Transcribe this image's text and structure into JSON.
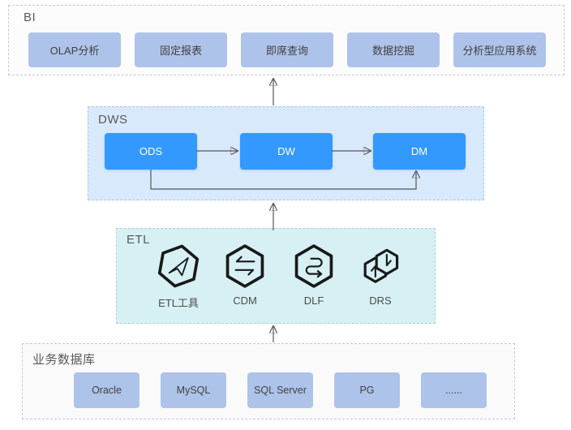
{
  "colors": {
    "dws_layer_bg": "#d9e9fc",
    "etl_layer_bg": "#d6f0f3",
    "node_blue": "#3399ff",
    "node_light_blue": "#aec3e9",
    "connector": "#555555",
    "icon_stroke": "#191919"
  },
  "bi": {
    "title": "BI",
    "boxes": [
      "OLAP分析",
      "固定报表",
      "即席查询",
      "数据挖掘",
      "分析型应用系统"
    ]
  },
  "dws": {
    "title": "DWS",
    "boxes": [
      "ODS",
      "DW",
      "DM"
    ]
  },
  "etl": {
    "title": "ETL",
    "tools": [
      {
        "name": "ETL工具",
        "icon": "send-icon"
      },
      {
        "name": "CDM",
        "icon": "exchange-arrows-icon"
      },
      {
        "name": "DLF",
        "icon": "pipeline-curve-icon"
      },
      {
        "name": "DRS",
        "icon": "sync-hexagons-icon"
      }
    ]
  },
  "db": {
    "title": "业务数据库",
    "boxes": [
      "Oracle",
      "MySQL",
      "SQL Server",
      "PG",
      "......"
    ]
  }
}
